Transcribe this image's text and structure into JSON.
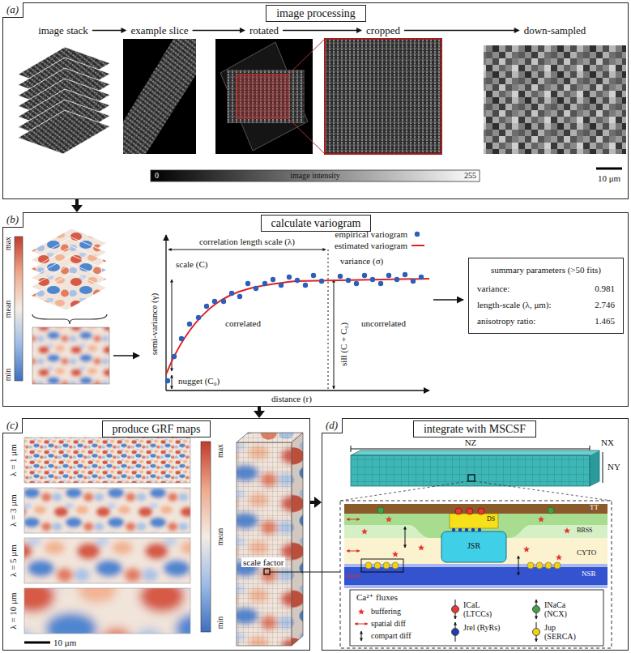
{
  "diagram": {
    "nodes": [
      {
        "text": [
          "(a)"
        ]
      },
      {
        "text": [
          "image processing"
        ],
        "in": 0
      },
      {
        "text": [
          "image stack"
        ],
        "in": 0
      },
      {
        "text": [
          "example slice"
        ],
        "in": 0
      },
      {
        "text": [
          "rotated"
        ],
        "in": 0
      },
      {
        "text": [
          "cropped"
        ],
        "in": 0
      },
      {
        "text": [
          "down-sampled"
        ],
        "in": 0
      },
      {
        "text": [
          "(b)"
        ]
      },
      {
        "text": [
          "calculate variogram"
        ],
        "in": 7
      },
      {
        "text": [
          "summary parameters (>50 fits)",
          "variance:",
          "0.981",
          "length-scale (λ, μm):",
          "2.746",
          "anisotropy ratio:",
          "1.465"
        ],
        "in": 7
      },
      {
        "text": [
          "(c)"
        ]
      },
      {
        "text": [
          "produce GRF maps"
        ],
        "in": 10
      },
      {
        "text": [
          "(d)"
        ]
      },
      {
        "text": [
          "integrate with MSCSF"
        ],
        "in": 12
      }
    ],
    "edges": [
      {
        "from": 2,
        "to": 3,
        "arrow": "to"
      },
      {
        "from": 3,
        "to": 4,
        "arrow": "to"
      },
      {
        "from": 4,
        "to": 5,
        "arrow": "to"
      },
      {
        "from": 5,
        "to": 6,
        "arrow": "to"
      },
      {
        "from": 0,
        "to": 7,
        "arrow": "to"
      },
      {
        "from": 7,
        "to": 10,
        "arrow": "to"
      },
      {
        "from": 10,
        "to": 12,
        "arrow": "to"
      }
    ],
    "labels": [
      "0",
      "image intensity",
      "255",
      "10 μm",
      "max",
      "mean",
      "min",
      "empirical variogram",
      "estimated variogram",
      "correlation length scale (λ)",
      "variance (σ)",
      "scale (C)",
      "semi-variance (γ)",
      "sill (C + C₀)",
      "correlated",
      "uncorrelated",
      "nugget (C₀)",
      "distance (r)",
      "λ = 1 μm",
      "λ = 3 μm",
      "λ = 5 μm",
      "λ = 10 μm",
      "10 μm",
      "max",
      "mean",
      "min",
      "scale factor",
      "NZ",
      "NX",
      "NY",
      "TT",
      "DS",
      "BBSS",
      "JSR",
      "CYTO",
      "NSR",
      "Ca²⁺ fluxes"
    ],
    "legend": [
      {
        "text": "buffering"
      },
      {
        "text": "spatial diff"
      },
      {
        "text": "compart diff"
      },
      {
        "text": "ICaL (LTCCs)",
        "color": "#e53935"
      },
      {
        "text": "INaCa (NCX)",
        "color": "#43a047"
      },
      {
        "text": "Jrel (RyRs)",
        "color": "#1e3fae"
      },
      {
        "text": "Jup (SERCA)",
        "color": "#f4d20b"
      }
    ]
  }
}
